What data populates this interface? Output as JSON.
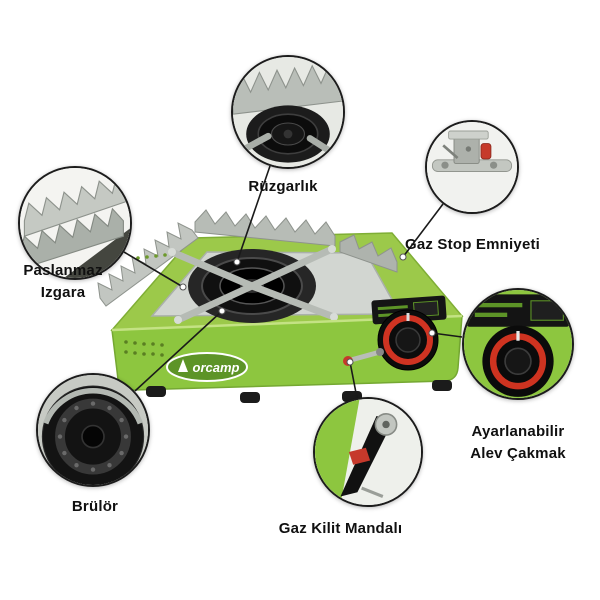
{
  "infographic": {
    "background": "#ffffff",
    "brand": "orcamp",
    "colors": {
      "body_green": "#8dc63f",
      "top_green": "#9cc94a",
      "dark_green": "#5d9427",
      "steel_light": "#d2d6d1",
      "steel": "#b7bcb6",
      "burner_black": "#141414",
      "knob_red": "#cf3322",
      "outline": "#1c1c1c",
      "label_text": "#101010"
    },
    "callouts": [
      {
        "id": "windshield",
        "label": "Rüzgarlık"
      },
      {
        "id": "gas-stop-safety",
        "label": "Gaz Stop Emniyeti"
      },
      {
        "id": "stainless-grate",
        "label": "Paslanmaz\nIzgara"
      },
      {
        "id": "burner",
        "label": "Brülör"
      },
      {
        "id": "adjustable-flame-igniter",
        "label": "Ayarlanabilir\nAlev Çakmak"
      },
      {
        "id": "gas-lock-latch",
        "label": "Gaz Kilit Mandalı"
      }
    ]
  }
}
